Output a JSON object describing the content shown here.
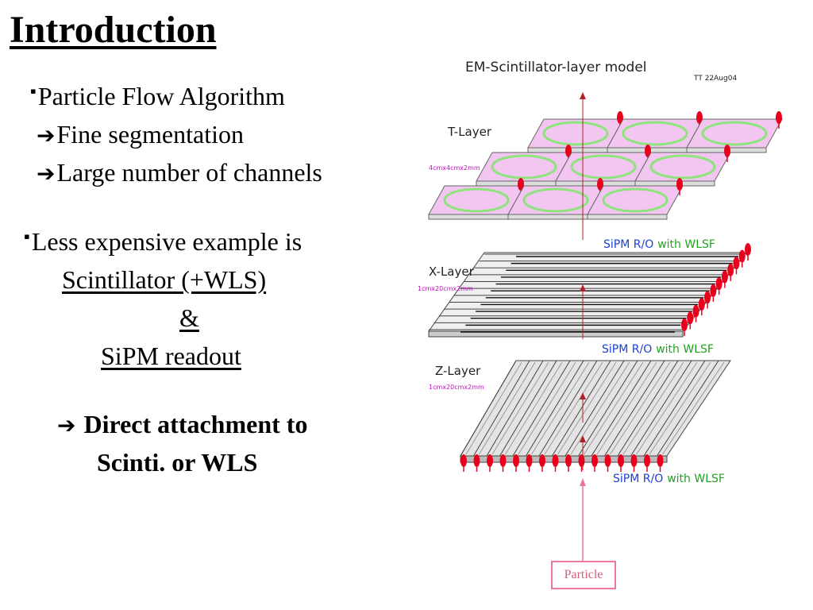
{
  "slide": {
    "title": "Introduction",
    "bullet_glyph": "▪",
    "arrow_glyph": "➔",
    "pfa": {
      "head": "Particle Flow Algorithm",
      "sub1": "Fine segmentation",
      "sub2": "Large number of channels"
    },
    "cheap": {
      "head": "Less expensive example is",
      "scint": "Scintillator (+WLS)",
      "amp": "&",
      "sipm": "SiPM readout"
    },
    "attach": {
      "line1": "Direct attachment to",
      "line2": "Scinti. or WLS"
    }
  },
  "diagram": {
    "title": "EM-Scintillator-layer model",
    "author_tag": "TT 22Aug04",
    "t_layer": {
      "label": "T-Layer",
      "dims": "4cmx4cmx2mm"
    },
    "x_layer": {
      "label": "X-Layer",
      "dims": "1cmx20cmx2mm"
    },
    "z_layer": {
      "label": "Z-Layer",
      "dims": "1cmx20cmx2mm"
    },
    "readout_1": {
      "prefix": "SiPM R/O",
      "suffix": "with WLSF"
    },
    "readout_2": {
      "prefix": "SiPM R/O",
      "suffix": "with WLSF"
    },
    "readout_3": {
      "prefix": "SiPM R/O",
      "suffix": "with WLSF"
    },
    "particle_label": "Particle",
    "colors": {
      "tile_fill": "#f2c6f0",
      "ring": "#8ee47c",
      "sipm": "#e8001c",
      "readout_text": "#1a3fd6",
      "wlsf_text": "#21a321",
      "dims_text": "#c00fc0",
      "particle_track": "#e8799a",
      "exit_track": "#b0222a"
    }
  }
}
